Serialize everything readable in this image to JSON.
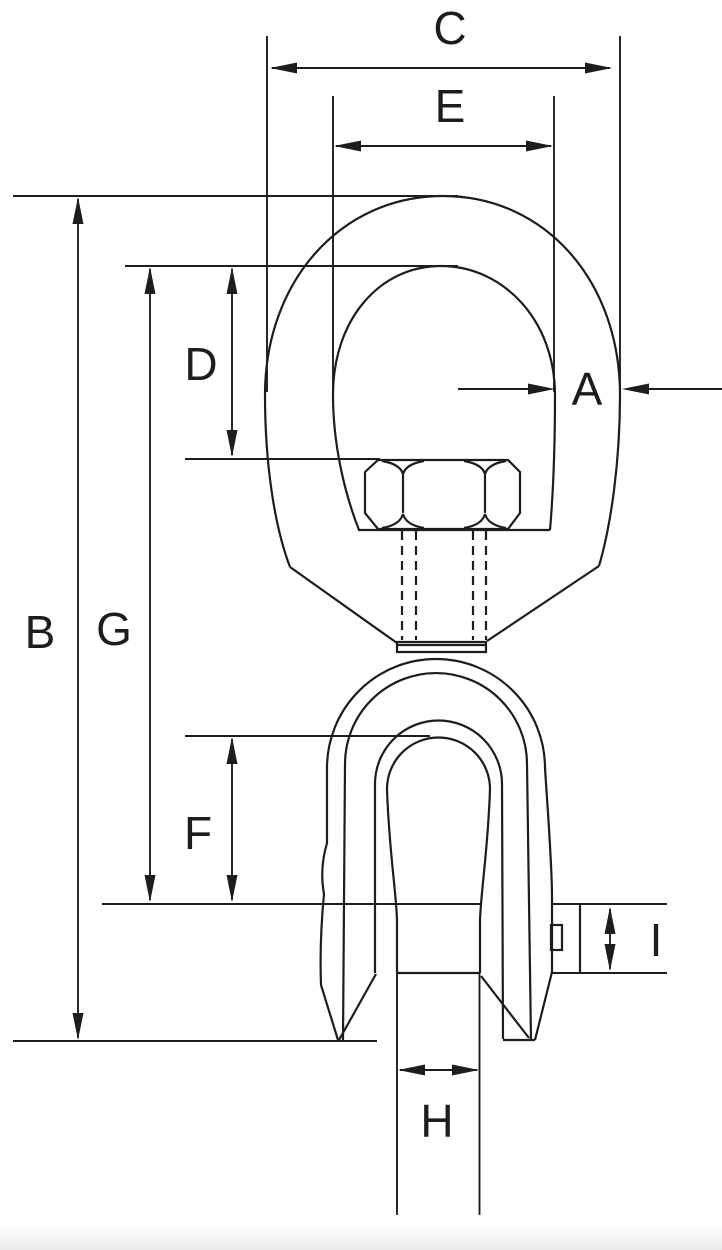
{
  "diagram": {
    "type": "technical-dimension-drawing",
    "subject": "eye-and-jaw-swivel",
    "colors": {
      "line": "#1d1d1b",
      "background": "#ffffff"
    },
    "labels": {
      "a": "A",
      "b": "B",
      "c": "C",
      "d": "D",
      "e": "E",
      "f": "F",
      "g": "G",
      "h": "H",
      "i": "I"
    }
  }
}
